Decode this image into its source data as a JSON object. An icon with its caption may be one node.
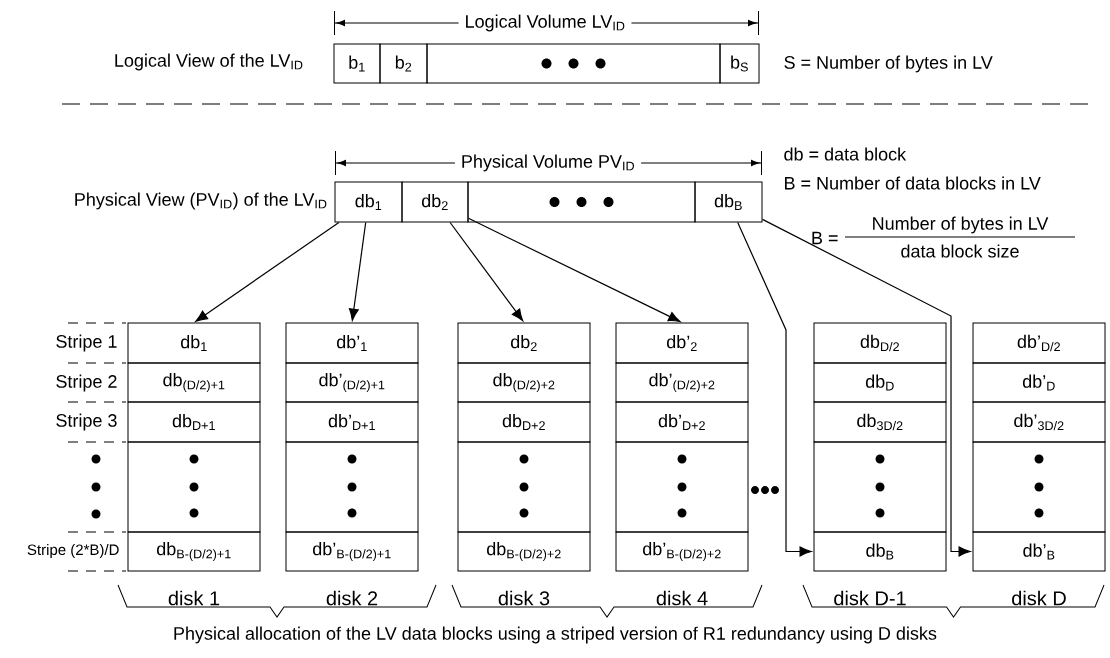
{
  "diagram": {
    "caption": "Physical allocation of the LV data blocks using a striped version of R1 redundancy using D disks",
    "nodes": [
      {
        "text": [
          "b$_{1}$"
        ]
      },
      {
        "text": [
          "b$_{2}$"
        ]
      },
      {
        "text": [],
        "shape": "box"
      },
      {
        "text": [
          "b$_{S}$"
        ]
      },
      {
        "text": [
          "db$_{1}$"
        ]
      },
      {
        "text": [
          "db$_{2}$"
        ]
      },
      {
        "text": [],
        "shape": "box"
      },
      {
        "text": [
          "db$_{B}$"
        ]
      },
      {
        "text": [
          "db$_{1}$"
        ]
      },
      {
        "text": [
          "db$_{(D/2)+1}$"
        ]
      },
      {
        "text": [
          "db$_{D+1}$"
        ]
      },
      {
        "text": [],
        "shape": "box"
      },
      {
        "text": [
          "db$_{B-(D/2)+1}$"
        ]
      },
      {
        "text": [
          "db’$_{1}$"
        ]
      },
      {
        "text": [
          "db’$_{(D/2)+1}$"
        ]
      },
      {
        "text": [
          "db’$_{D+1}$"
        ]
      },
      {
        "text": [],
        "shape": "box"
      },
      {
        "text": [
          "db’$_{B-(D/2)+1}$"
        ]
      },
      {
        "text": [
          "db$_{2}$"
        ]
      },
      {
        "text": [
          "db$_{(D/2)+2}$"
        ]
      },
      {
        "text": [
          "db$_{D+2}$"
        ]
      },
      {
        "text": [],
        "shape": "box"
      },
      {
        "text": [
          "db$_{B-(D/2)+2}$"
        ]
      },
      {
        "text": [
          "db’$_{2}$"
        ]
      },
      {
        "text": [
          "db’$_{(D/2)+2}$"
        ]
      },
      {
        "text": [
          "db’$_{D+2}$"
        ]
      },
      {
        "text": [],
        "shape": "box"
      },
      {
        "text": [
          "db’$_{B-(D/2)+2}$"
        ]
      },
      {
        "text": [
          "db$_{D/2}$"
        ]
      },
      {
        "text": [
          "db$_{D}$"
        ]
      },
      {
        "text": [
          "db$_{3D/2}$"
        ]
      },
      {
        "text": [],
        "shape": "box"
      },
      {
        "text": [
          "db$_{B}$"
        ]
      },
      {
        "text": [
          "db’$_{D/2}$"
        ]
      },
      {
        "text": [
          "db’$_{D}$"
        ]
      },
      {
        "text": [
          "db’$_{3D/2}$"
        ]
      },
      {
        "text": [],
        "shape": "box"
      },
      {
        "text": [
          "db’$_{B}$"
        ]
      }
    ],
    "edges": [
      {
        "from": 4,
        "to": 8,
        "arrow": "to"
      },
      {
        "from": 4,
        "to": 13,
        "arrow": "to"
      },
      {
        "from": 5,
        "to": 18,
        "arrow": "to"
      },
      {
        "from": 5,
        "to": 23,
        "arrow": "to"
      },
      {
        "from": 7,
        "to": 32,
        "arrow": "to"
      },
      {
        "from": 7,
        "to": 37,
        "arrow": "to"
      }
    ],
    "labels": [
      "Logical Volume LV$_{ID}$",
      "Logical View of the LV$_{ID}$",
      "S = Number of bytes in LV",
      "Physical Volume PV$_{ID}$",
      "db = data block",
      "Physical View (PV$_{ID}$) of the LV$_{ID}$",
      "B = Number of data blocks in LV",
      "B =",
      "Number of bytes in LV",
      "data block size",
      "Stripe 1",
      "Stripe 2",
      "Stripe 3",
      "Stripe (2*B)/D",
      "disk 1",
      "disk 2",
      "disk 3",
      "disk 4",
      "disk D-1",
      "disk D"
    ]
  }
}
